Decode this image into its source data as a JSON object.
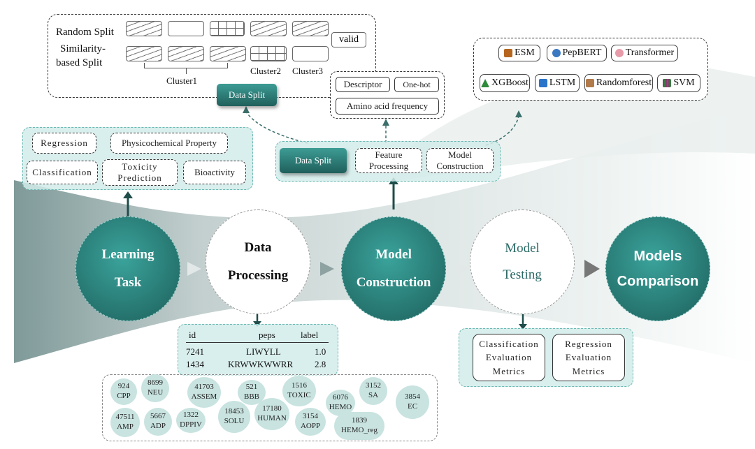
{
  "colors": {
    "teal_dark": "#1d5f5b",
    "teal_mid": "#3aa39b",
    "panel_fill": "#d2ecea",
    "band": "#c9d6d5"
  },
  "top_split": {
    "random_split": "Random Split",
    "similarity_line1": "Similarity-",
    "similarity_line2": "based Split",
    "valid": "valid",
    "cluster1": "Cluster1",
    "cluster2": "Cluster2",
    "cluster3": "Cluster3",
    "button": "Data Split"
  },
  "features": {
    "descriptor": "Descriptor",
    "onehot": "One-hot",
    "aa_freq": "Amino acid frequency"
  },
  "models": [
    {
      "label": "ESM",
      "icon": "feather-icon",
      "color": "#b5651d"
    },
    {
      "label": "PepBERT",
      "icon": "magnifier-icon",
      "color": "#3a78c2"
    },
    {
      "label": "Transformer",
      "icon": "brain-icon",
      "color": "#e79aa8"
    },
    {
      "label": "XGBoost",
      "icon": "tree-icon",
      "color": "#2e8b3a"
    },
    {
      "label": "LSTM",
      "icon": "loop-icon",
      "color": "#2a74c9"
    },
    {
      "label": "Randomforest",
      "icon": "book-icon",
      "color": "#b07a4a"
    },
    {
      "label": "SVM",
      "icon": "bars-icon",
      "color": "#8a3b6e"
    }
  ],
  "learning_task_panel": {
    "regression": "Regression",
    "physchem": "Physicochemical Property",
    "classification": "Classification",
    "toxicity_line1": "Toxicity",
    "toxicity_line2": "Prediction",
    "bioactivity": "Bioactivity"
  },
  "model_panel": {
    "data_split": "Data Split",
    "feature_line1": "Feature",
    "feature_line2": "Processing",
    "model_line1": "Model",
    "model_line2": "Construction"
  },
  "stages": {
    "learning_line1": "Learning",
    "learning_line2": "Task",
    "data_line1": "Data",
    "data_line2": "Processing",
    "model_line1": "Model",
    "model_line2": "Construction",
    "testing_line1": "Model",
    "testing_line2": "Testing",
    "comparison_line1": "Models",
    "comparison_line2": "Comparison"
  },
  "table": {
    "headers": [
      "id",
      "peps",
      "label"
    ],
    "rows": [
      [
        "7241",
        "LIWYLL",
        "1.0"
      ],
      [
        "1434",
        "KRWWKWWRR",
        "2.8"
      ]
    ]
  },
  "datasets": [
    {
      "count": "924",
      "name": "CPP"
    },
    {
      "count": "8699",
      "name": "NEU"
    },
    {
      "count": "41703",
      "name": "ASSEM"
    },
    {
      "count": "521",
      "name": "BBB"
    },
    {
      "count": "1516",
      "name": "TOXIC"
    },
    {
      "count": "6076",
      "name": "HEMO"
    },
    {
      "count": "3152",
      "name": "SA"
    },
    {
      "count": "3854",
      "name": "EC"
    },
    {
      "count": "47511",
      "name": "AMP"
    },
    {
      "count": "5667",
      "name": "ADP"
    },
    {
      "count": "1322",
      "name": "DPPIV"
    },
    {
      "count": "18453",
      "name": "SOLU"
    },
    {
      "count": "17180",
      "name": "HUMAN"
    },
    {
      "count": "3154",
      "name": "AOPP"
    },
    {
      "count": "1839",
      "name": "HEMO_reg"
    }
  ],
  "metrics": {
    "class_line1": "Classification",
    "class_line2": "Evaluation",
    "class_line3": "Metrics",
    "reg_line1": "Regression",
    "reg_line2": "Evaluation",
    "reg_line3": "Metrics"
  }
}
